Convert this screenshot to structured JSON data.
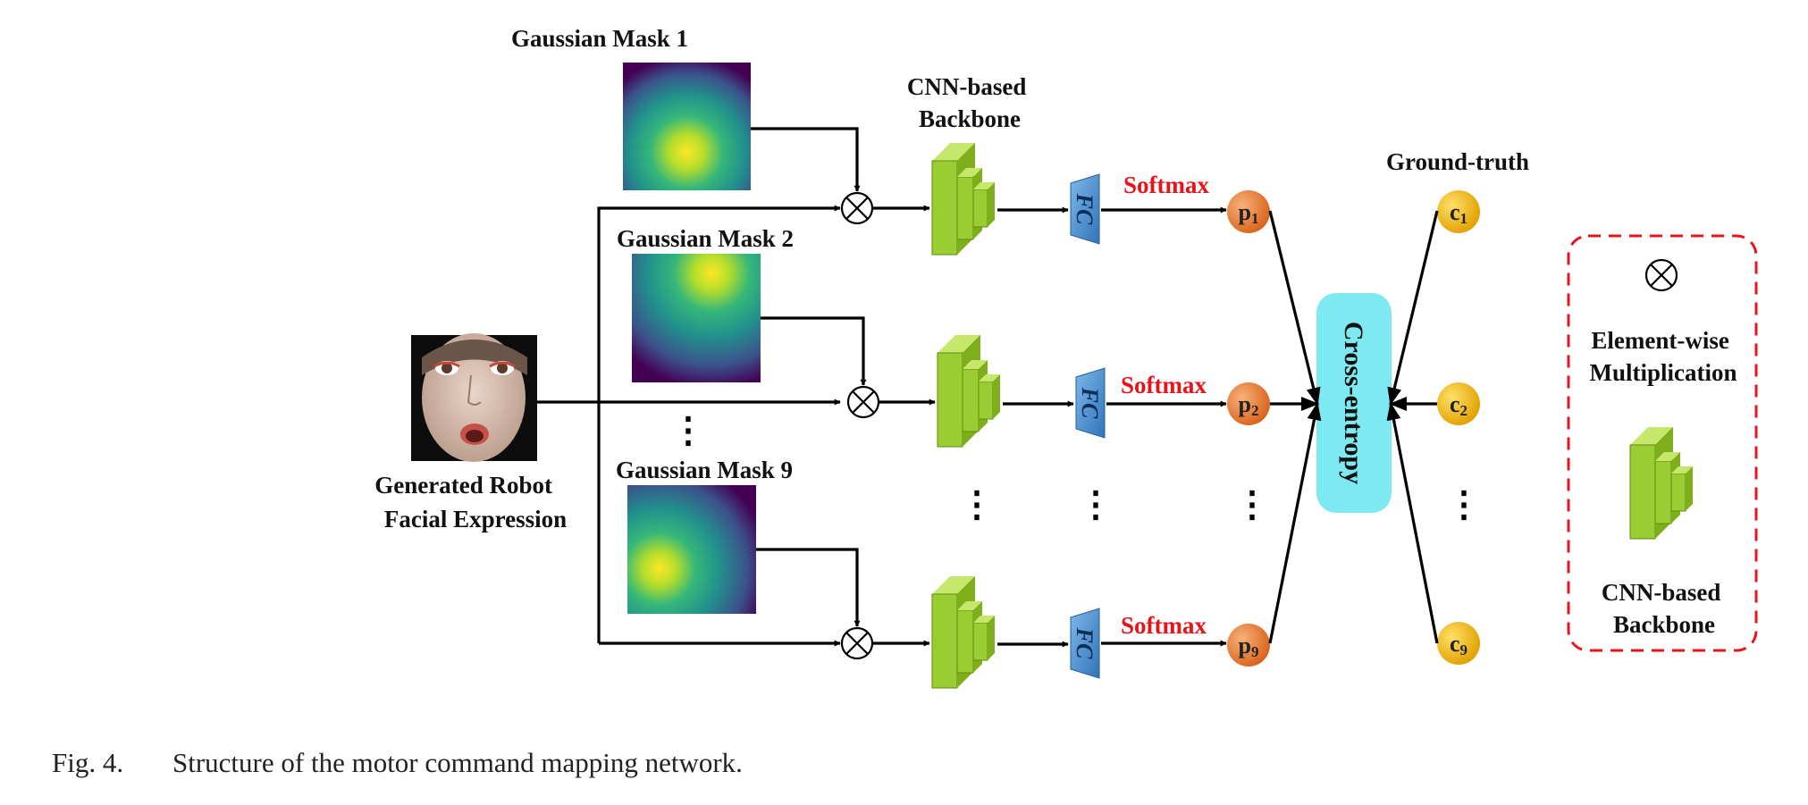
{
  "masks": [
    {
      "title": "Gaussian Mask 1"
    },
    {
      "title": "Gaussian Mask 2"
    },
    {
      "title": "Gaussian Mask 9"
    }
  ],
  "backbone_label": [
    "CNN-based",
    "Backbone"
  ],
  "input_label": [
    "Generated Robot",
    "Facial Expression"
  ],
  "fc_label": "FC",
  "softmax_label": "Softmax",
  "predictions": [
    {
      "base": "p",
      "sub": "1"
    },
    {
      "base": "p",
      "sub": "2"
    },
    {
      "base": "p",
      "sub": "9"
    }
  ],
  "ground_truth_title": "Ground-truth",
  "ground_truth": [
    {
      "base": "c",
      "sub": "1"
    },
    {
      "base": "c",
      "sub": "2"
    },
    {
      "base": "c",
      "sub": "9"
    }
  ],
  "loss_label": "Cross-entropy",
  "legend": {
    "multiply_symbol": "⊗",
    "multiply_label": [
      "Element-wise",
      "Multiplication"
    ],
    "backbone_label": [
      "CNN-based",
      "Backbone"
    ]
  },
  "ellipsis": "⋮",
  "caption": {
    "number": "Fig. 4.",
    "text": "Structure of the motor command mapping network."
  },
  "colors": {
    "softmax": "#e8141b",
    "cube": "#9acd32",
    "fc": "#3f86c8",
    "prediction": "#e8742c",
    "ground_truth": "#f0b400",
    "cross_entropy": "#7de9f0",
    "legend_border": "#e8141b"
  },
  "icons": {
    "multiply": "circled-times-icon",
    "backbone": "stacked-cube-icon"
  }
}
